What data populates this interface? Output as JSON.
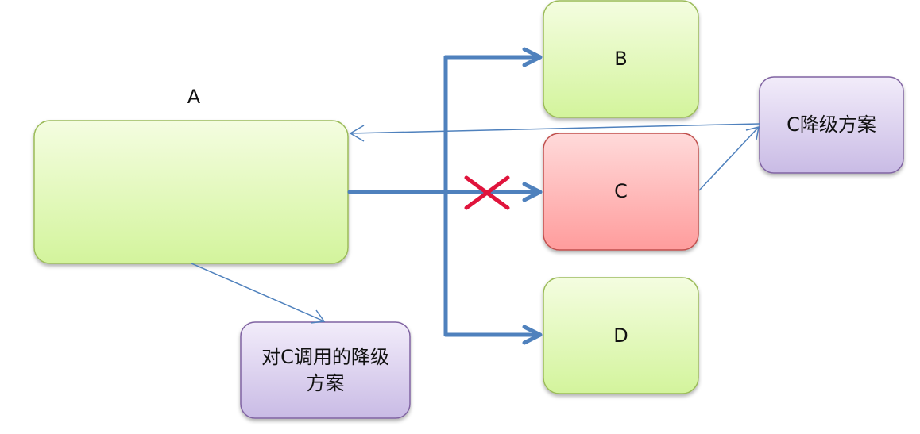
{
  "nodes": {
    "a": {
      "label": "A"
    },
    "b": {
      "label": "B"
    },
    "c": {
      "label": "C"
    },
    "d": {
      "label": "D"
    },
    "c_fallback": {
      "label": "C降级方案"
    },
    "a_fallback": {
      "label": "对C调用的降级方案"
    }
  },
  "colors": {
    "edge": "#4f81bd",
    "blocked_mark": "#e0143c",
    "green_stroke": "#9bbb59",
    "red_stroke": "#c0504d",
    "purple_stroke": "#8064a2"
  }
}
